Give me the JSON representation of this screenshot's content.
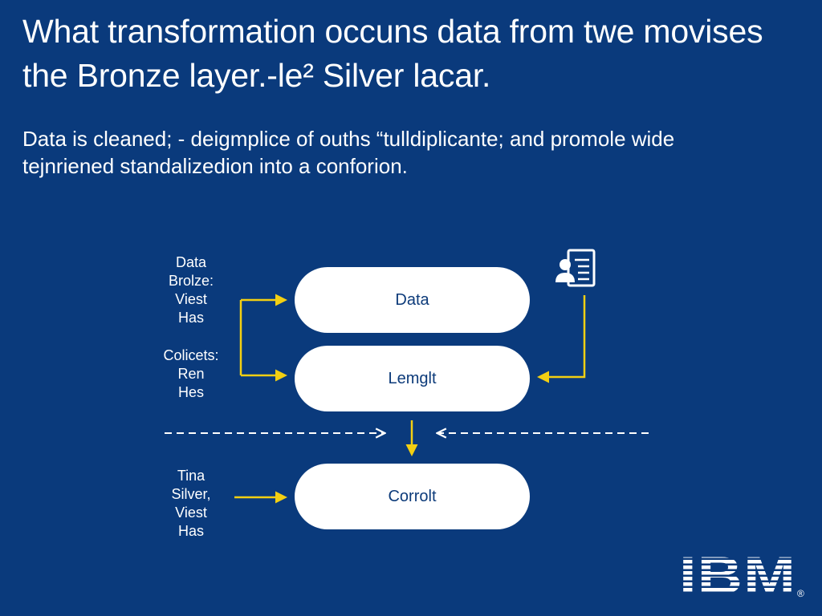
{
  "title": "What transformation occuns data from twe movises the Bronze layer.-le² Silver lacar.",
  "subtitle": "Data is cleaned; - deigmplice of ouths “tulldiplicante; and promole wide tejnriened standalizedion into a conforion.",
  "left_labels": {
    "top": [
      "Data",
      "Brolze:",
      "Viest",
      "Has"
    ],
    "middle": [
      "Colicets:",
      "Ren",
      "Hes"
    ],
    "bottom": [
      "Tina",
      "Silver,",
      "Viest",
      "Has"
    ]
  },
  "nodes": {
    "top": "Data",
    "middle": "Lemglt",
    "bottom": "Corrolt"
  },
  "logo_text": "IBM",
  "colors": {
    "background": "#0a3a7c",
    "arrow": "#f3cf12",
    "node_fill": "#ffffff",
    "node_text": "#0d3b7a"
  },
  "icons": {
    "document": "person-document-icon"
  }
}
